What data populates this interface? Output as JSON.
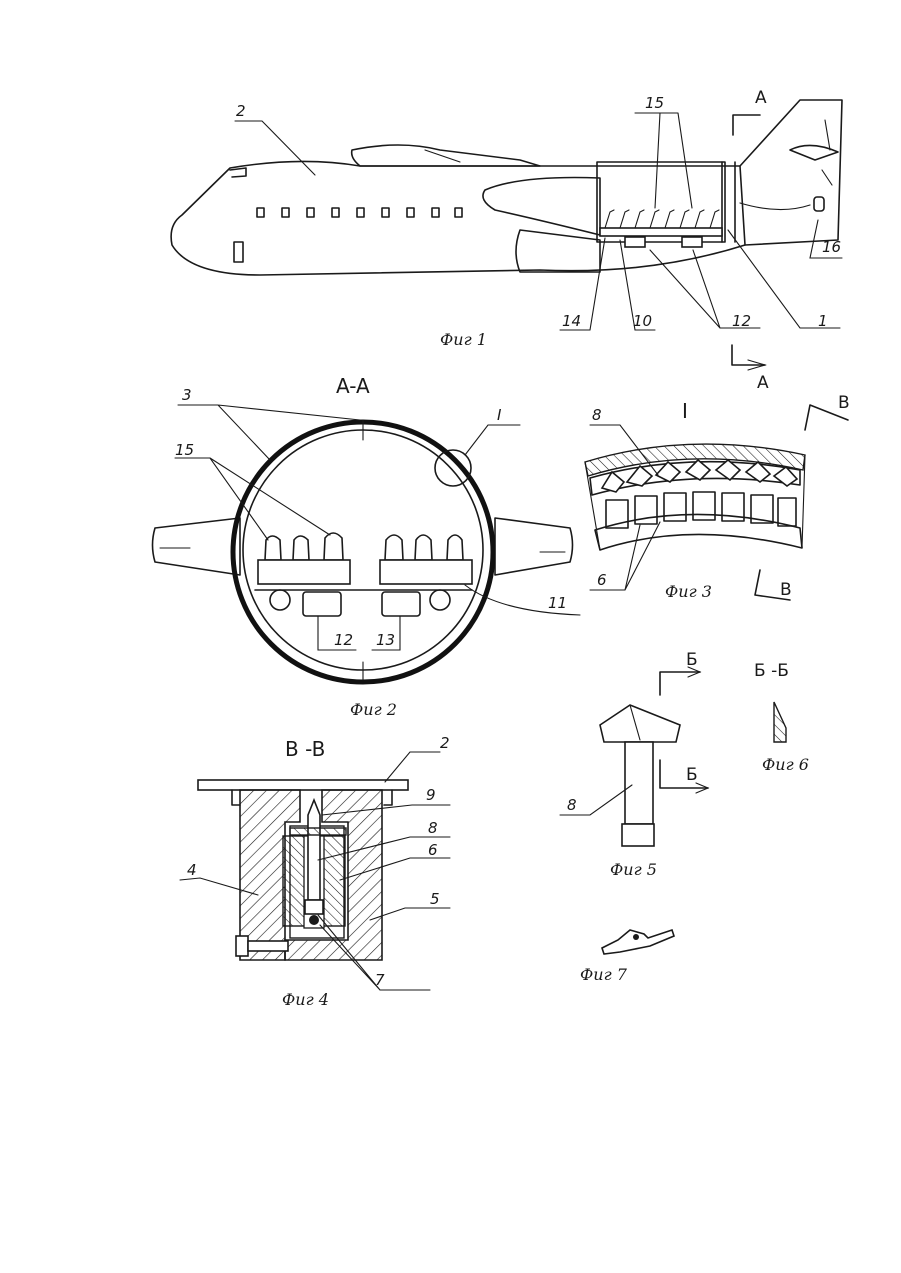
{
  "labels": {
    "fig1": {
      "n2": "2",
      "n15": "15",
      "n16": "16",
      "n14": "14",
      "n10": "10",
      "n12": "12",
      "n1": "1",
      "secA_top": "A",
      "secA_bot": "A"
    },
    "fig2": {
      "title": "A-A",
      "n3": "3",
      "n15": "15",
      "nI": "I",
      "n12": "12",
      "n13": "13",
      "n11": "11"
    },
    "fig3": {
      "title": "I",
      "n8": "8",
      "n6": "6",
      "secB_top": "B",
      "secB_bot": "B"
    },
    "fig4": {
      "title": "B -B",
      "n2": "2",
      "n9": "9",
      "n8": "8",
      "n6": "6",
      "n4": "4",
      "n5": "5",
      "n7": "7"
    },
    "fig5": {
      "n8": "8",
      "secBe_top": "Б",
      "secBe_bot": "Б"
    },
    "fig6": {
      "title": "Б -Б"
    }
  },
  "captions": {
    "fig1": "Фиг 1",
    "fig2": "Фиг 2",
    "fig3": "Фиг 3",
    "fig4": "Фиг 4",
    "fig5": "Фиг 5",
    "fig6": "Фиг 6",
    "fig7": "Фиг 7"
  }
}
